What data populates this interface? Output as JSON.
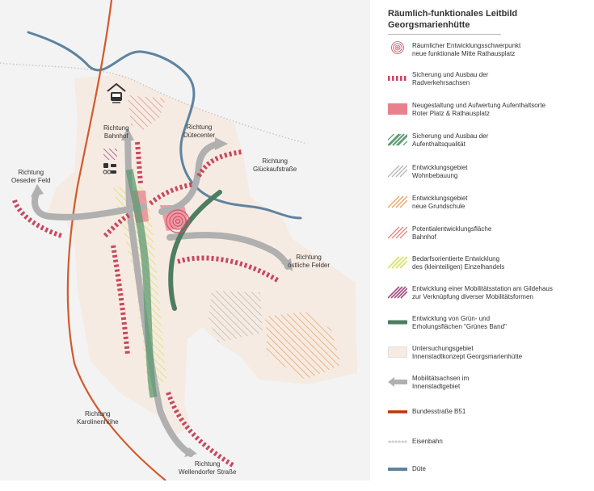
{
  "legend": {
    "title_line1": "Räumlich-funktionales Leitbild",
    "title_line2": "Georgsmarienhütte",
    "items": [
      {
        "key": "schwerpunkt",
        "line1": "Räumlicher Entwicklungsschwerpunkt",
        "line2": "neue funktionale Mitte Rathausplatz",
        "icon": "concentric-circles-icon",
        "color": "#d4526a"
      },
      {
        "key": "radverkehr",
        "line1": "Sicherung und Ausbau der",
        "line2": "Radverkehrsachsen",
        "icon": "red-dashed-band-icon",
        "color": "#c9475f"
      },
      {
        "key": "aufenthaltsorte",
        "line1": "Neugestaltung und Aufwertung Aufenthaltsorte",
        "line2": "Roter Platz & Rathausplatz",
        "icon": "pink-fill-icon",
        "color": "#e8808e"
      },
      {
        "key": "aufenthaltsqualitaet",
        "line1": "Sicherung und Ausbau der",
        "line2": "Aufenthaltsqualität",
        "icon": "green-hatch-icon",
        "color": "#5e9a72"
      },
      {
        "key": "wohnbebauung",
        "line1": "Entwicklungsgebiet",
        "line2": "Wohnbebauung",
        "icon": "grey-hatch-icon",
        "color": "#b5b5b5"
      },
      {
        "key": "grundschule",
        "line1": "Entwicklungsgebiet",
        "line2": "neue Grundschule",
        "icon": "orange-hatch-icon",
        "color": "#e8a060"
      },
      {
        "key": "bahnhof",
        "line1": "Potentialentwicklungsfläche",
        "line2": "Bahnhof",
        "icon": "rose-hatch-icon",
        "color": "#d98a80"
      },
      {
        "key": "einzelhandel",
        "line1": "Bedarfsorientierte Entwicklung",
        "line2": "des (kleinteiligen) Einzelhandels",
        "icon": "yellow-hatch-icon",
        "color": "#d9e266"
      },
      {
        "key": "mobilitaet",
        "line1": "Entwicklung einer Mobilitätsstation am Gildehaus",
        "line2": "zur Verknüpfung diverser Mobilitätsformen",
        "icon": "purple-hatch-icon",
        "color": "#a04e7e"
      },
      {
        "key": "gruenesband",
        "line1": "Entwicklung von Grün- und",
        "line2": "Erholungsflächen \"Grünes Band\"",
        "icon": "green-band-icon",
        "color": "#4d7d62"
      },
      {
        "key": "untersuchung",
        "line1": "Untersuchungsgebiet",
        "line2": "Innenstadtkonzept Georgsmarienhütte",
        "icon": "beige-area-icon",
        "color": "#f6ebe2"
      },
      {
        "key": "mobilitaetsachsen",
        "line1": "Mobilitätsachsen im",
        "line2": "Innenstadtgebiet",
        "icon": "grey-arrow-icon",
        "color": "#b0b0b0"
      },
      {
        "key": "b51",
        "line1": "Bundesstraße B51",
        "line2": "",
        "icon": "red-road-icon",
        "color": "#d25a2c"
      },
      {
        "key": "eisenbahn",
        "line1": "Eisenbahn",
        "line2": "",
        "icon": "railway-icon",
        "color": "#c8c8c8"
      },
      {
        "key": "duete",
        "line1": "Düte",
        "line2": "",
        "icon": "river-icon",
        "color": "#5e83a0"
      }
    ]
  },
  "map": {
    "labels": {
      "bahnhof": [
        "Richtung",
        "Bahnhof"
      ],
      "duetecenter": [
        "Richtung",
        "Dütecenter"
      ],
      "glueckauf": [
        "Richtung",
        "Glückaufstraße"
      ],
      "oeseder": [
        "Richtung",
        "Oeseder Feld"
      ],
      "oestliche": [
        "Richtung",
        "östliche Felder"
      ],
      "karolinen": [
        "Richtung",
        "Karolinenhöhe"
      ],
      "wellendorfer": [
        "Richtung",
        "Wellendorfer Straße"
      ]
    },
    "icons": [
      "train-icon",
      "bus-icon",
      "car-icon",
      "bicycle-icon"
    ]
  }
}
